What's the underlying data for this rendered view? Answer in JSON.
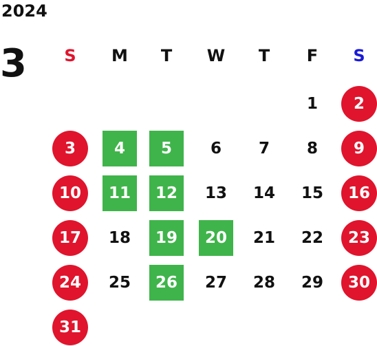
{
  "calendar": {
    "year": "2024",
    "month": "3",
    "weekdays": [
      "S",
      "M",
      "T",
      "W",
      "T",
      "F",
      "S"
    ],
    "weekday_colors": [
      "#e0142c",
      "#111111",
      "#111111",
      "#111111",
      "#111111",
      "#111111",
      "#1a1ad6"
    ],
    "weeks": [
      [
        null,
        null,
        null,
        null,
        null,
        "1",
        "2"
      ],
      [
        "3",
        "4",
        "5",
        "6",
        "7",
        "8",
        "9"
      ],
      [
        "10",
        "11",
        "12",
        "13",
        "14",
        "15",
        "16"
      ],
      [
        "17",
        "18",
        "19",
        "20",
        "21",
        "22",
        "23"
      ],
      [
        "24",
        "25",
        "26",
        "27",
        "28",
        "29",
        "30"
      ],
      [
        "31",
        null,
        null,
        null,
        null,
        null,
        null
      ]
    ],
    "holiday_days": [
      "2",
      "3",
      "9",
      "10",
      "16",
      "17",
      "23",
      "24",
      "30",
      "31"
    ],
    "highlighted_days": [
      "4",
      "5",
      "11",
      "12",
      "19",
      "20",
      "26"
    ],
    "colors": {
      "holiday": "#e0142c",
      "highlight": "#3fb44a",
      "text": "#111111"
    }
  }
}
